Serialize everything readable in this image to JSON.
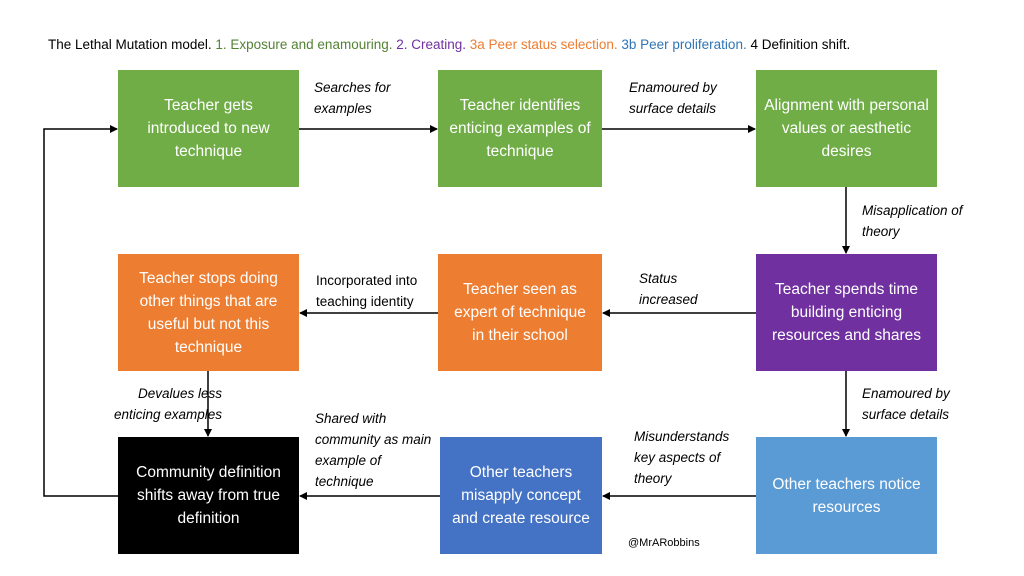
{
  "title": {
    "prefix": "The Lethal Mutation model. ",
    "stages": [
      {
        "text": "1. Exposure and enamouring. ",
        "color": "#548235"
      },
      {
        "text": "2. Creating. ",
        "color": "#7030A0"
      },
      {
        "text": "3a Peer status selection. ",
        "color": "#ED7D31"
      },
      {
        "text": "3b Peer proliferation. ",
        "color": "#2E75B6"
      },
      {
        "text": "4 Definition shift.",
        "color": "#000000"
      }
    ]
  },
  "boxes": [
    {
      "text": "Teacher gets introduced to new technique",
      "color": "#70AD47"
    },
    {
      "text": "Teacher identifies enticing examples of technique",
      "color": "#70AD47"
    },
    {
      "text": "Alignment with personal values or aesthetic desires",
      "color": "#70AD47"
    },
    {
      "text": "Teacher stops doing other things that are useful but not this technique",
      "color": "#ED7D31"
    },
    {
      "text": "Teacher seen as expert of technique in their school",
      "color": "#ED7D31"
    },
    {
      "text": "Teacher spends time building enticing resources and shares",
      "color": "#7030A0"
    },
    {
      "text": "Community definition shifts away from true definition",
      "color": "#000000"
    },
    {
      "text": "Other teachers misapply concept and create resource",
      "color": "#4472C4"
    },
    {
      "text": "Other teachers notice resources",
      "color": "#5B9BD5"
    }
  ],
  "labels": [
    "Searches for examples",
    "Enamoured by surface details",
    "Misapplication of theory",
    "Status increased",
    "Incorporated into teaching identity",
    "Enamoured by surface details",
    "Misunderstands key aspects of theory",
    "Shared with community as main example of technique",
    "Devalues less enticing examples"
  ],
  "credit": "@MrARobbins"
}
